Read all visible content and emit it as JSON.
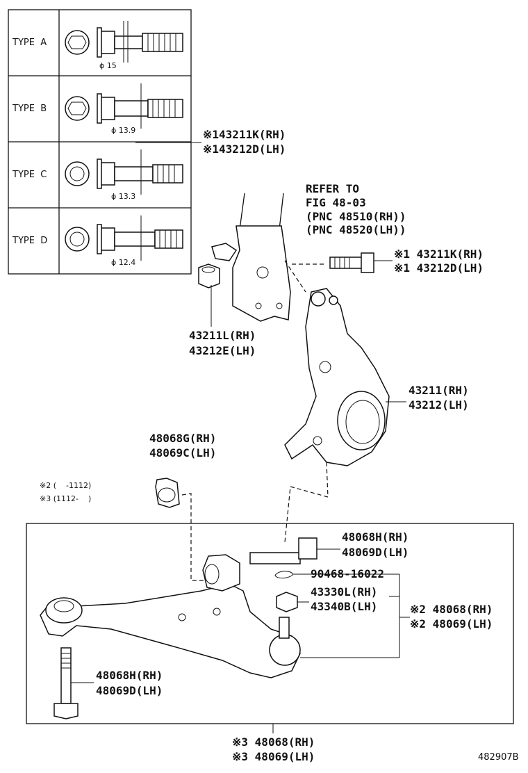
{
  "types": [
    {
      "label": "TYPE  A",
      "diameter": "ϕ 15"
    },
    {
      "label": "TYPE  B",
      "diameter": "ϕ 13.9"
    },
    {
      "label": "TYPE  C",
      "diameter": "ϕ 13.3"
    },
    {
      "label": "TYPE  D",
      "diameter": "ϕ 12.4"
    }
  ],
  "refer": {
    "line1": "REFER TO",
    "line2": "FIG 48-03",
    "line3": "(PNC 48510(RH))",
    "line4": "(PNC 48520(LH))"
  },
  "labels": {
    "bolt_top_rh": "※143211K(RH)",
    "bolt_top_lh": "※143212D(LH)",
    "bolt_mid_rh": "※1 43211K(RH)",
    "bolt_mid_lh": "※1 43212D(LH)",
    "nut_rh": "43211L(RH)",
    "nut_lh": "43212E(LH)",
    "knuckle_rh": "43211(RH)",
    "knuckle_lh": "43212(LH)",
    "bushing_rh": "48068G(RH)",
    "bushing_lh": "48069C(LH)",
    "note2": "※2 (    -1112)",
    "note3": "※3 (1112-    )",
    "front_bolt_rh": "48068H(RH)",
    "front_bolt_lh": "48069D(LH)",
    "pin": "90468-16022",
    "ball_nut_rh": "43330L(RH)",
    "ball_nut_lh": "43340B(LH)",
    "arm2_rh": "※2 48068(RH)",
    "arm2_lh": "※2 48069(LH)",
    "rear_bolt_rh": "48068H(RH)",
    "rear_bolt_lh": "48069D(LH)",
    "arm3_rh": "※3 48068(RH)",
    "arm3_lh": "※3 48069(LH)",
    "fig_no": "482907B"
  }
}
